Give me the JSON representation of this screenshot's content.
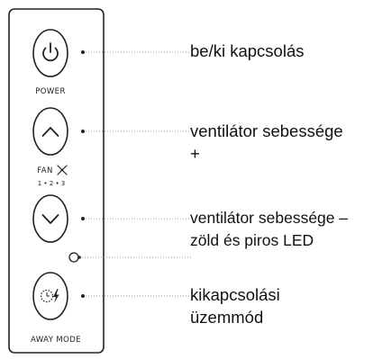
{
  "panel": {
    "power_label": "POWER",
    "fan_label": "FAN",
    "fan_speeds": "1 • 2 • 3",
    "away_label": "AWAY MODE"
  },
  "icons": {
    "power": "power-icon",
    "up": "chevron-up-icon",
    "fan": "fan-icon",
    "down": "chevron-down-icon",
    "away": "away-mode-icon",
    "led": "led-indicator"
  },
  "callouts": {
    "power": [
      "be/ki kapcsolás"
    ],
    "fan_up": [
      "ventilátor sebessége",
      "+"
    ],
    "fan_down": [
      "ventilátor sebessége –",
      "zöld és piros LED"
    ],
    "away": [
      "kikapcsolási",
      "üzemmód"
    ]
  },
  "colors": {
    "stroke": "#222222",
    "leader": "#9a9a9a",
    "text": "#111111",
    "background": "#ffffff"
  }
}
